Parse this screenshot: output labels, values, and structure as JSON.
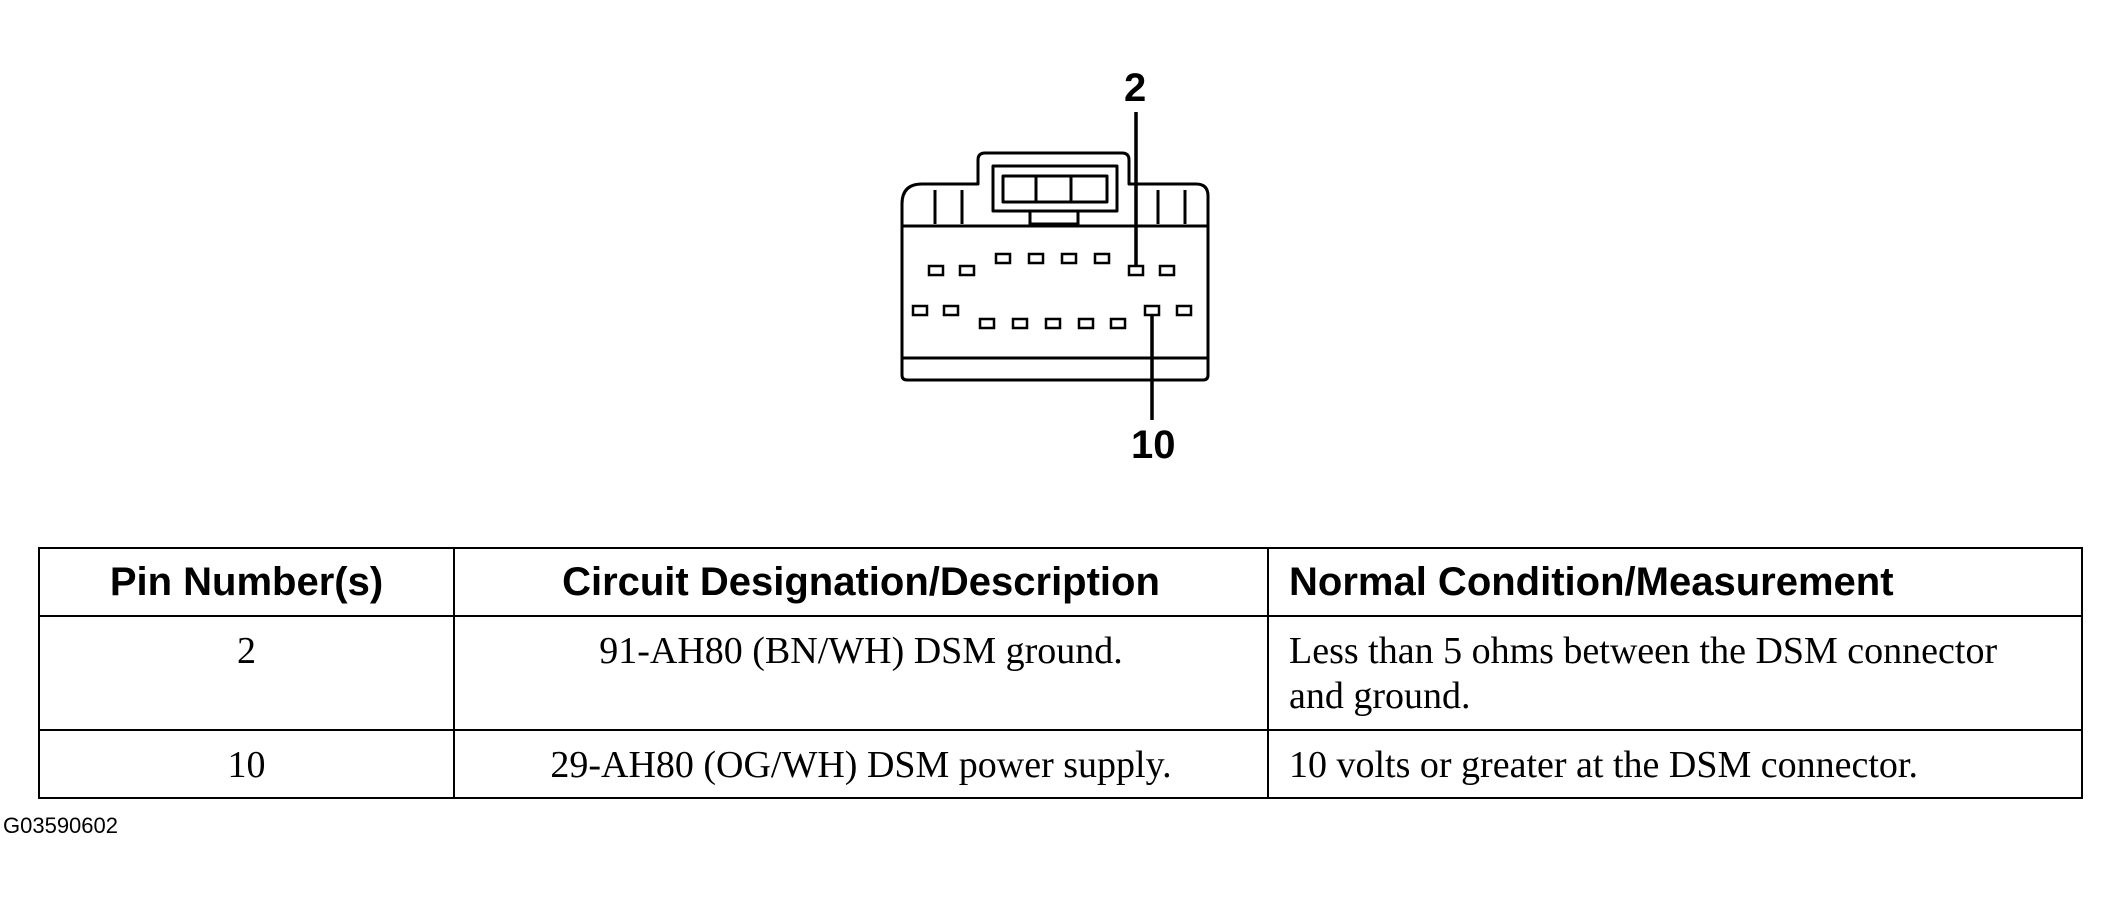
{
  "callouts": {
    "top_pin": "2",
    "bottom_pin": "10"
  },
  "table": {
    "headers": [
      "Pin Number(s)",
      "Circuit Designation/Description",
      "Normal Condition/Measurement"
    ],
    "rows": [
      {
        "pin": "2",
        "circuit": "91-AH80 (BN/WH) DSM ground.",
        "condition": "Less than 5 ohms between the DSM connector and ground."
      },
      {
        "pin": "10",
        "circuit": "29-AH80 (OG/WH) DSM power supply.",
        "condition": "10 volts or greater at the DSM connector."
      }
    ]
  },
  "figure_id": "G03590602"
}
